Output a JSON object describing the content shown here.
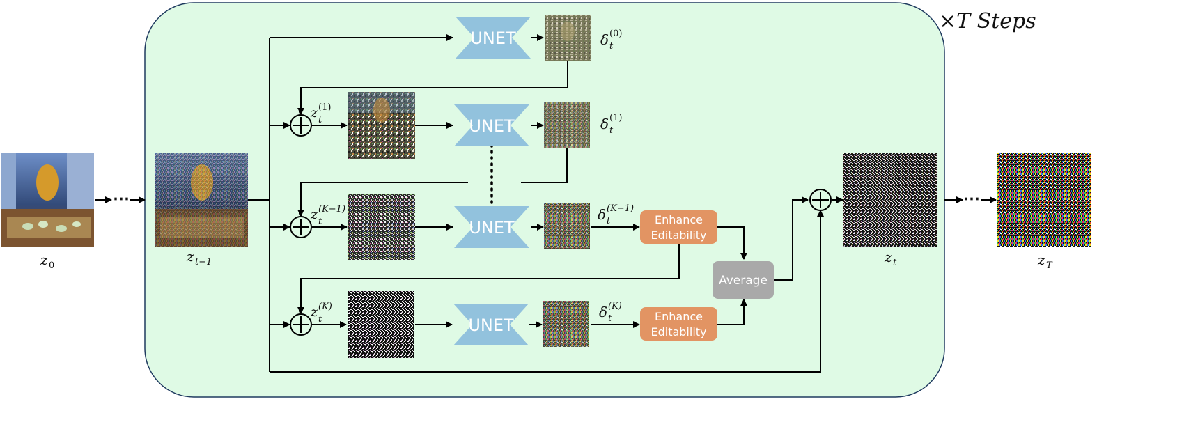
{
  "diagram": {
    "steps_label": "×T Steps",
    "unet_label": "UNET",
    "enhance_label_line1": "Enhance",
    "enhance_label_line2": "Editability",
    "average_label": "Average",
    "z0": {
      "base": "z",
      "sub": "0"
    },
    "z_prev": {
      "base": "z",
      "sub": "t−1"
    },
    "z_t": {
      "base": "z",
      "sub": "t"
    },
    "z_T": {
      "base": "z",
      "sub": "T"
    },
    "z_row1": {
      "base": "z",
      "sub": "t",
      "sup": "(1)"
    },
    "z_rowK1": {
      "base": "z",
      "sub": "t",
      "sup": "(K−1)"
    },
    "z_rowK": {
      "base": "z",
      "sub": "t",
      "sup": "(K)"
    },
    "d_row0": {
      "base": "δ",
      "sub": "t",
      "sup": "(0)"
    },
    "d_row1": {
      "base": "δ",
      "sub": "t",
      "sup": "(1)"
    },
    "d_rowK1": {
      "base": "δ",
      "sub": "t",
      "sup": "(K−1)"
    },
    "d_rowK": {
      "base": "δ",
      "sub": "t",
      "sup": "(K)"
    },
    "colors": {
      "panel_fill": "#dffae5",
      "panel_stroke": "#1f3a5f",
      "unet": "#92c2dd",
      "enhance": "#e29463",
      "average": "#a9a9a9",
      "line": "#000000"
    }
  }
}
